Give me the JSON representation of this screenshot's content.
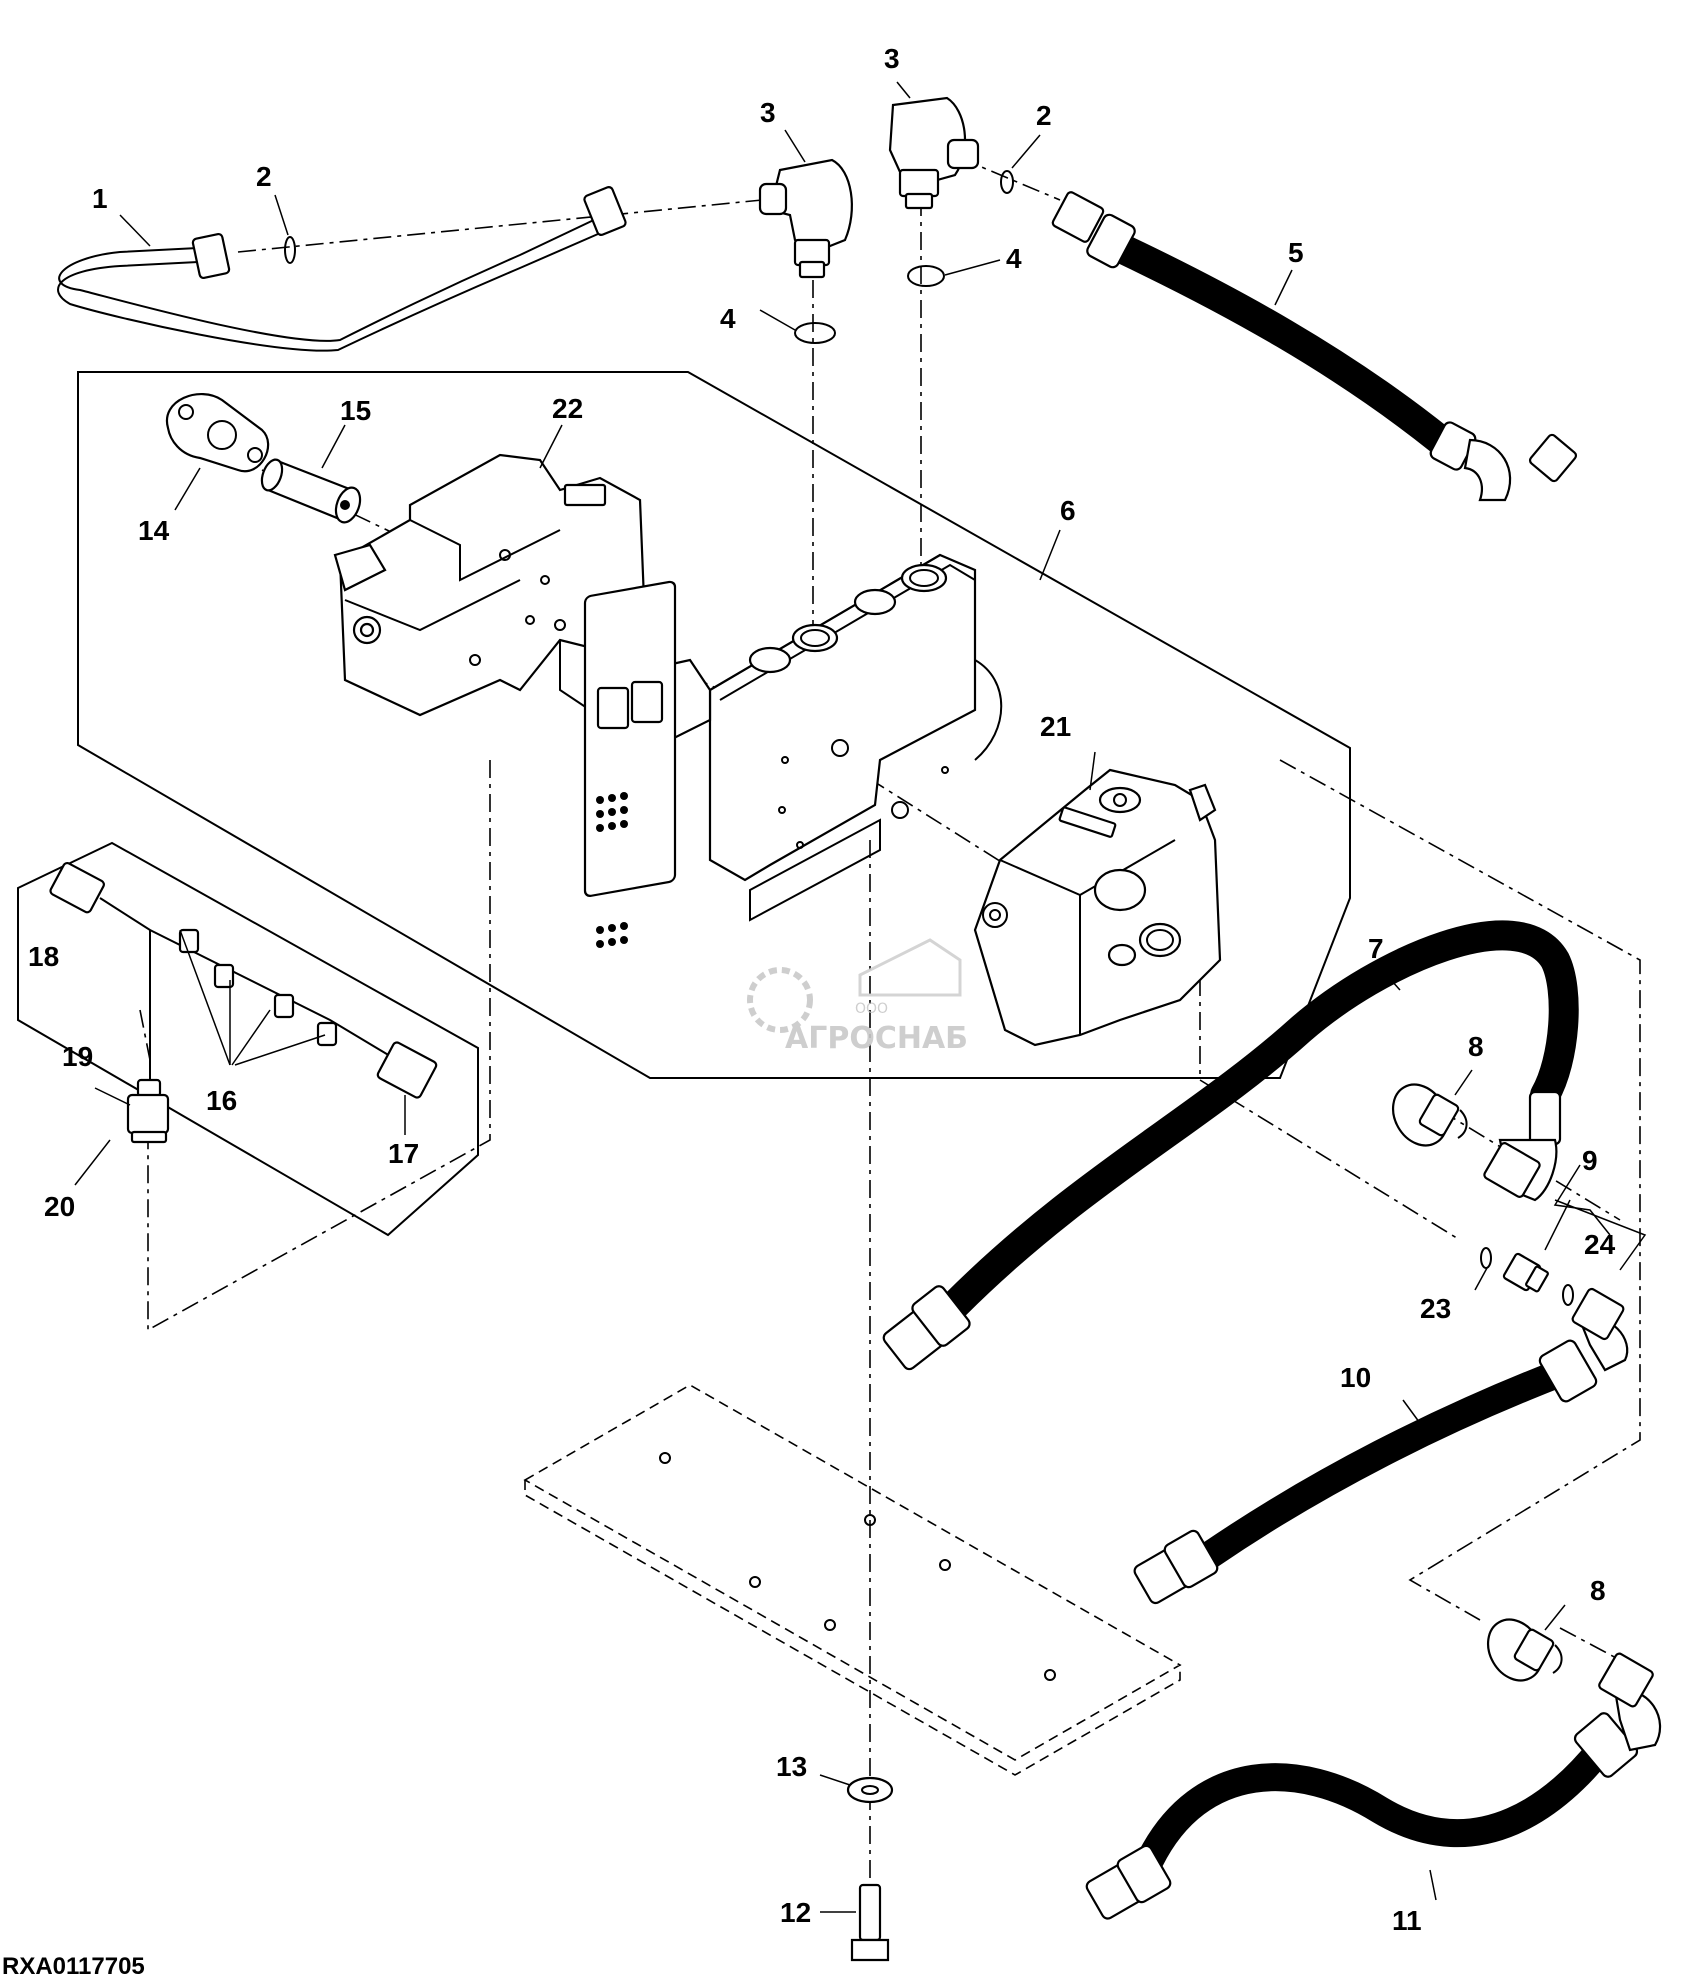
{
  "figure_id": "RXA0117705",
  "watermark": {
    "line1": "ООО",
    "line2": "АГРОСНАБ"
  },
  "callouts": {
    "c1": "1",
    "c2a": "2",
    "c2b": "2",
    "c3a": "3",
    "c3b": "3",
    "c4a": "4",
    "c4b": "4",
    "c5": "5",
    "c6": "6",
    "c7": "7",
    "c8a": "8",
    "c8b": "8",
    "c9": "9",
    "c10": "10",
    "c11": "11",
    "c12": "12",
    "c13": "13",
    "c14": "14",
    "c15": "15",
    "c16": "16",
    "c17": "17",
    "c18": "18",
    "c19": "19",
    "c20": "20",
    "c21": "21",
    "c22": "22",
    "c23": "23",
    "c24": "24"
  }
}
